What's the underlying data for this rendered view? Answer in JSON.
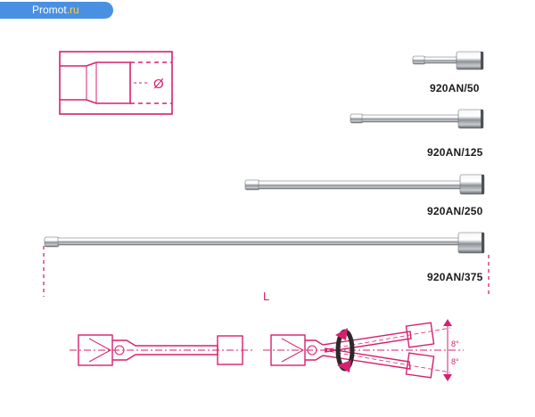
{
  "badge": {
    "name": "Promot",
    "domain": ".ru"
  },
  "products": [
    {
      "code": "920AN/50"
    },
    {
      "code": "920AN/125"
    },
    {
      "code": "920AN/250"
    },
    {
      "code": "920AN/375"
    }
  ],
  "diagram": {
    "diameter_symbol": "Ø",
    "length_label": "L",
    "angle_top": "8°",
    "angle_bottom": "8°"
  },
  "colors": {
    "accent": "#d6206f",
    "badge": "#4a90e2",
    "badge_domain": "#ffd23f",
    "steel": "#9aa0a6"
  }
}
